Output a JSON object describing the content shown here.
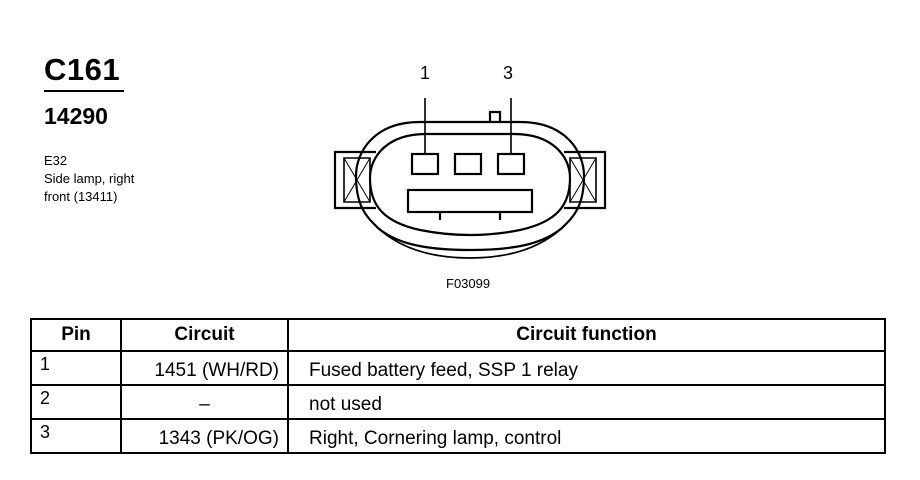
{
  "connector": {
    "id": "C161",
    "part_number": "14290",
    "description_lines": [
      "E32",
      "Side lamp, right",
      "front (13411)"
    ],
    "pin_labels": [
      "1",
      "3"
    ],
    "figure_code": "F03099"
  },
  "table": {
    "headers": [
      "Pin",
      "Circuit",
      "Circuit function"
    ],
    "rows": [
      {
        "pin": "1",
        "circuit": "1451 (WH/RD)",
        "function": "Fused battery feed, SSP 1 relay"
      },
      {
        "pin": "2",
        "circuit": "–",
        "function": "not used"
      },
      {
        "pin": "3",
        "circuit": "1343 (PK/OG)",
        "function": "Right, Cornering lamp, control"
      }
    ]
  }
}
